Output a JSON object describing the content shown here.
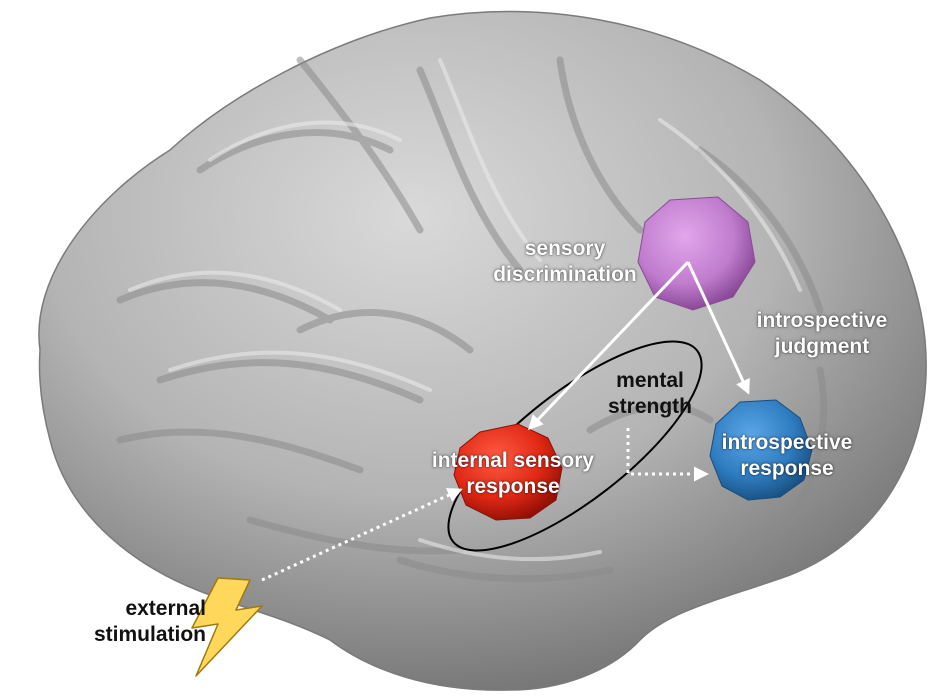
{
  "labels": {
    "sensory_discrimination": [
      "sensory",
      "discrimination"
    ],
    "introspective_judgment": [
      "introspective",
      "judgment"
    ],
    "mental_strength": [
      "mental",
      "strength"
    ],
    "internal_sensory_response": [
      "internal sensory",
      "response"
    ],
    "introspective_response": [
      "introspective",
      "response"
    ],
    "external_stimulation": [
      "external",
      "stimulation"
    ]
  },
  "nodes": {
    "sensory_discrimination": {
      "color": "#c77fd3"
    },
    "internal_sensory_response": {
      "color": "#e8281a"
    },
    "introspective_response": {
      "color": "#2f7fc4"
    }
  },
  "colors": {
    "brain": "#a9a9a9",
    "brain_light": "#d0d0d0",
    "brain_dark": "#6e6e6e",
    "arrow": "#ffffff",
    "ellipse": "#000000",
    "bolt": "#ffd75a"
  }
}
